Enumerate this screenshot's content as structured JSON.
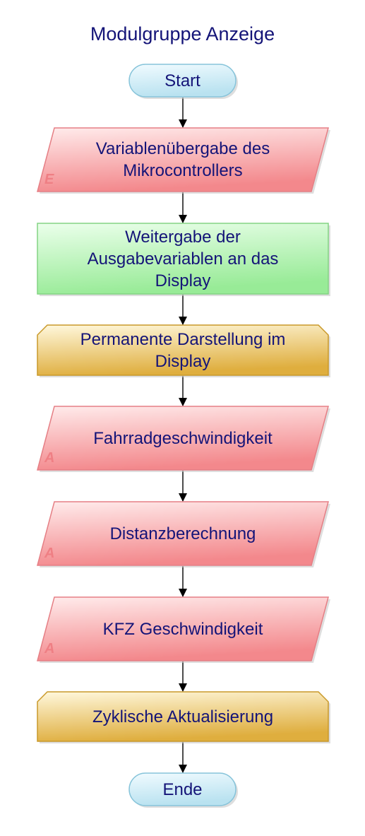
{
  "title": "Modulgruppe Anzeige",
  "colors": {
    "terminal_fill_top": "#f1fbff",
    "terminal_fill_bottom": "#b9e2f0",
    "terminal_stroke": "#87c4da",
    "io_fill_top": "#ffecec",
    "io_fill_bottom": "#f3888c",
    "io_stroke": "#e57f85",
    "process_fill_top": "#ebffeb",
    "process_fill_bottom": "#98eb97",
    "process_stroke": "#84d384",
    "prep_fill_top": "#fff8dd",
    "prep_fill_bottom": "#dfae3e",
    "prep_stroke": "#c9992a",
    "text": "#141478",
    "tag": "#ef7f84",
    "arrow": "#000000"
  },
  "nodes": [
    {
      "id": "start",
      "type": "terminal",
      "text": "Start",
      "tag": ""
    },
    {
      "id": "input",
      "type": "io",
      "text": "Variablenübergabe des\nMikrocontrollers",
      "tag": "E"
    },
    {
      "id": "pass",
      "type": "process",
      "text": "Weitergabe der\nAusgabevariablen an das\nDisplay",
      "tag": ""
    },
    {
      "id": "perm",
      "type": "prep",
      "text": "Permanente Darstellung im\nDisplay",
      "tag": ""
    },
    {
      "id": "speed",
      "type": "io",
      "text": "Fahrradgeschwindigkeit",
      "tag": "A"
    },
    {
      "id": "distance",
      "type": "io",
      "text": "Distanzberechnung",
      "tag": "A"
    },
    {
      "id": "kfz",
      "type": "io",
      "text": "KFZ Geschwindigkeit",
      "tag": "A"
    },
    {
      "id": "cyclic",
      "type": "prep",
      "text": "Zyklische Aktualisierung",
      "tag": ""
    },
    {
      "id": "end",
      "type": "terminal",
      "text": "Ende",
      "tag": ""
    }
  ]
}
